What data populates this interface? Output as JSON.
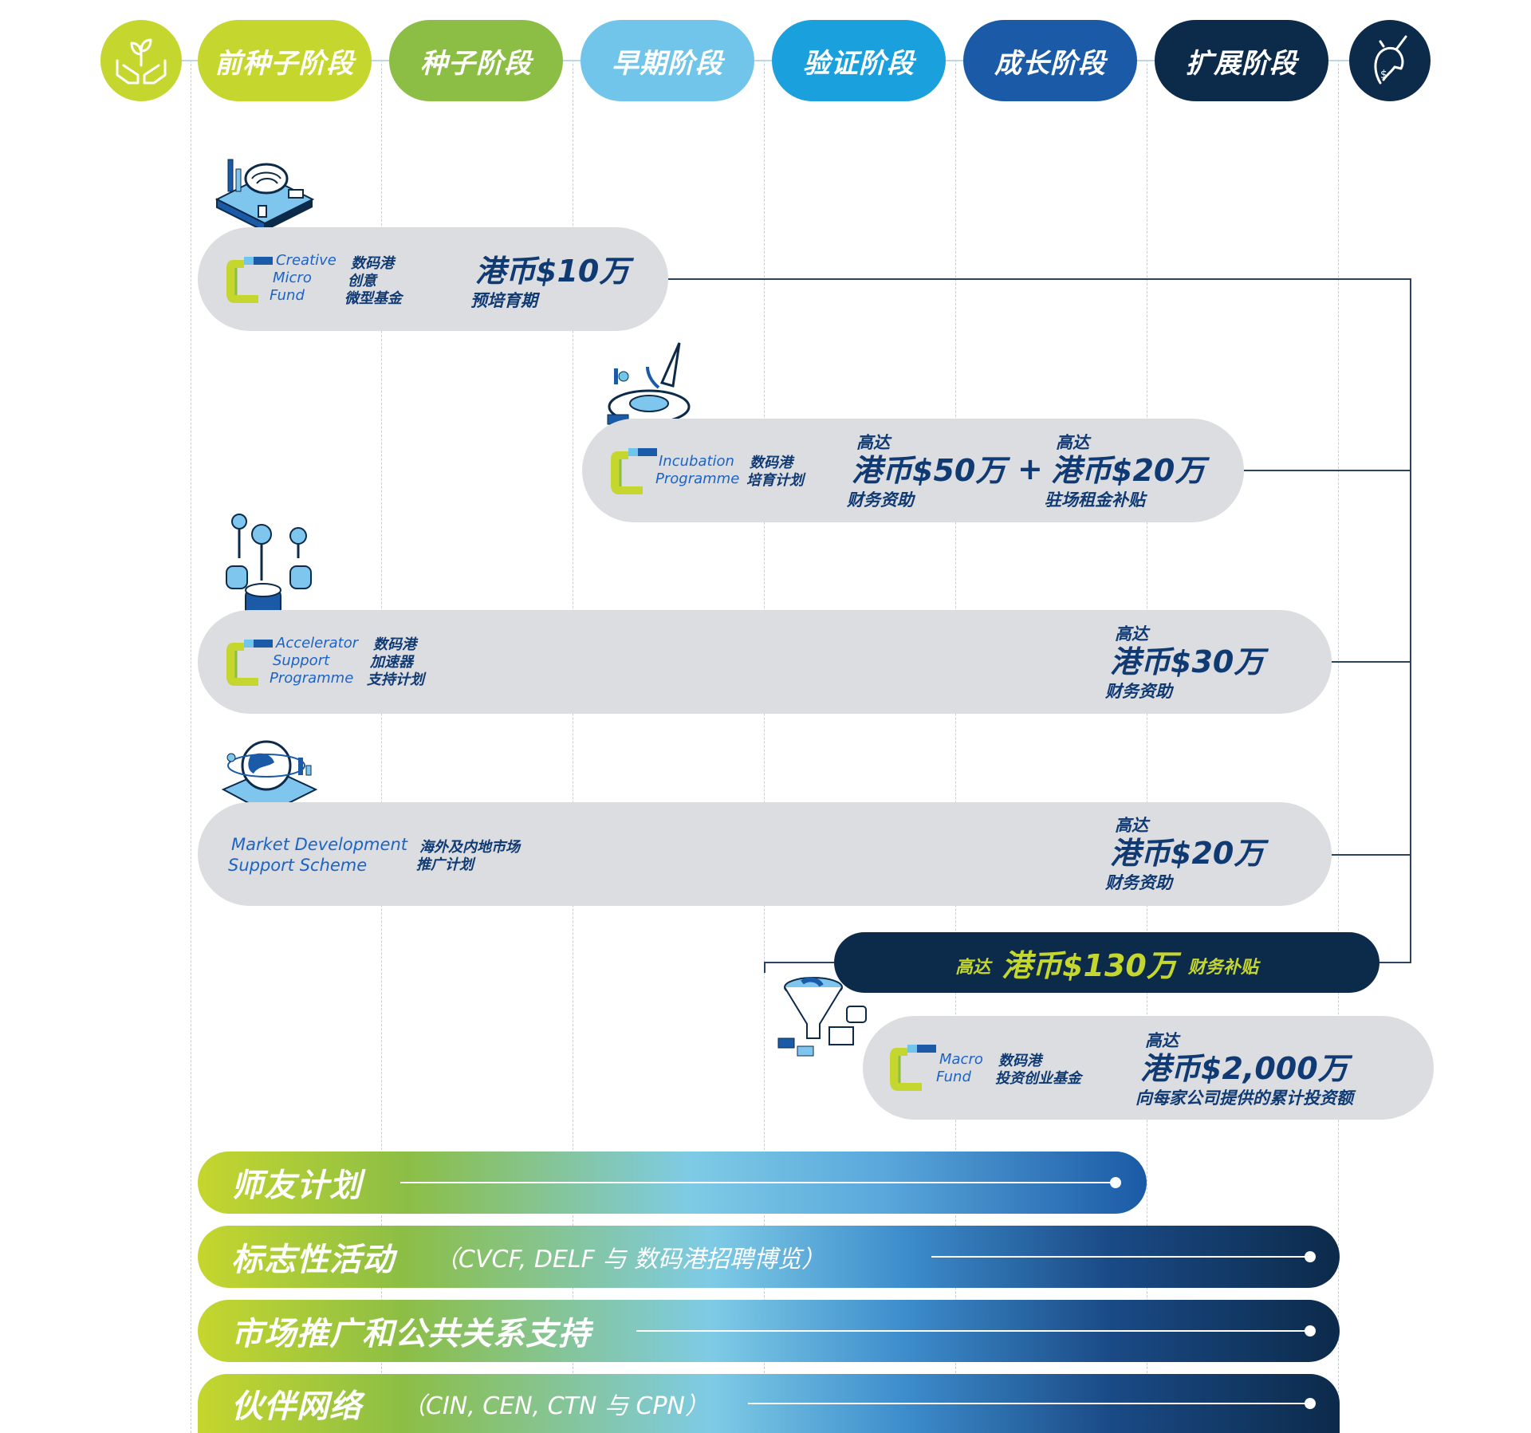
{
  "stages": [
    {
      "label": "前种子阶段",
      "color": "#c5d62e"
    },
    {
      "label": "种子阶段",
      "color": "#8cbe45"
    },
    {
      "label": "早期阶段",
      "color": "#72c5ea"
    },
    {
      "label": "验证阶段",
      "color": "#1ba0de"
    },
    {
      "label": "成长阶段",
      "color": "#1a5aa6"
    },
    {
      "label": "扩展阶段",
      "color": "#0c2a4a"
    }
  ],
  "icons": {
    "start": "hands-plant-icon",
    "end": "unicorn-dollar-icon"
  },
  "programmes": {
    "cmf": {
      "en": [
        "Creative",
        "Micro",
        "Fund"
      ],
      "cn": [
        "数码港",
        "创意",
        "微型基金"
      ],
      "amount": "港币$10万",
      "amount_note": "预培育期"
    },
    "incubation": {
      "en": [
        "Incubation",
        "Programme"
      ],
      "cn": [
        "数码港",
        "培育计划"
      ],
      "prefix1": "高达",
      "amount1": "港币$50万",
      "note1": "财务资助",
      "plus": "+",
      "prefix2": "高达",
      "amount2": "港币$20万",
      "note2": "驻场租金补贴"
    },
    "accelerator": {
      "en": [
        "Accelerator",
        "Support",
        "Programme"
      ],
      "cn": [
        "数码港",
        "加速器",
        "支持计划"
      ],
      "prefix": "高达",
      "amount": "港币$30万",
      "note": "财务资助"
    },
    "market": {
      "en": [
        "Market Development",
        "Support Scheme"
      ],
      "cn": [
        "海外及内地市场",
        "推广计划"
      ],
      "prefix": "高达",
      "amount": "港币$20万",
      "note": "财务资助"
    },
    "total": {
      "prefix": "高达",
      "amount": "港币$130万",
      "suffix": "财务补贴"
    },
    "macro": {
      "en": [
        "Macro",
        "Fund"
      ],
      "cn": [
        "数码港",
        "投资创业基金"
      ],
      "prefix": "高达",
      "amount": "港币$2,000万",
      "note": "向每家公司提供的累计投资额"
    }
  },
  "support_bars": [
    {
      "title": "师友计划",
      "sub": ""
    },
    {
      "title": "标志性活动",
      "sub": "（CVCF, DELF 与 数码港招聘博览）"
    },
    {
      "title": "市场推广和公共关系支持",
      "sub": ""
    },
    {
      "title": "伙伴网络",
      "sub": "（CIN, CEN, CTN 与 CPN）"
    }
  ],
  "colors": {
    "pill": "#dcdde0",
    "navy": "#0c2a4a",
    "lime": "#c5d62e",
    "text": "#0f3a73",
    "en_text": "#1a64c8"
  }
}
